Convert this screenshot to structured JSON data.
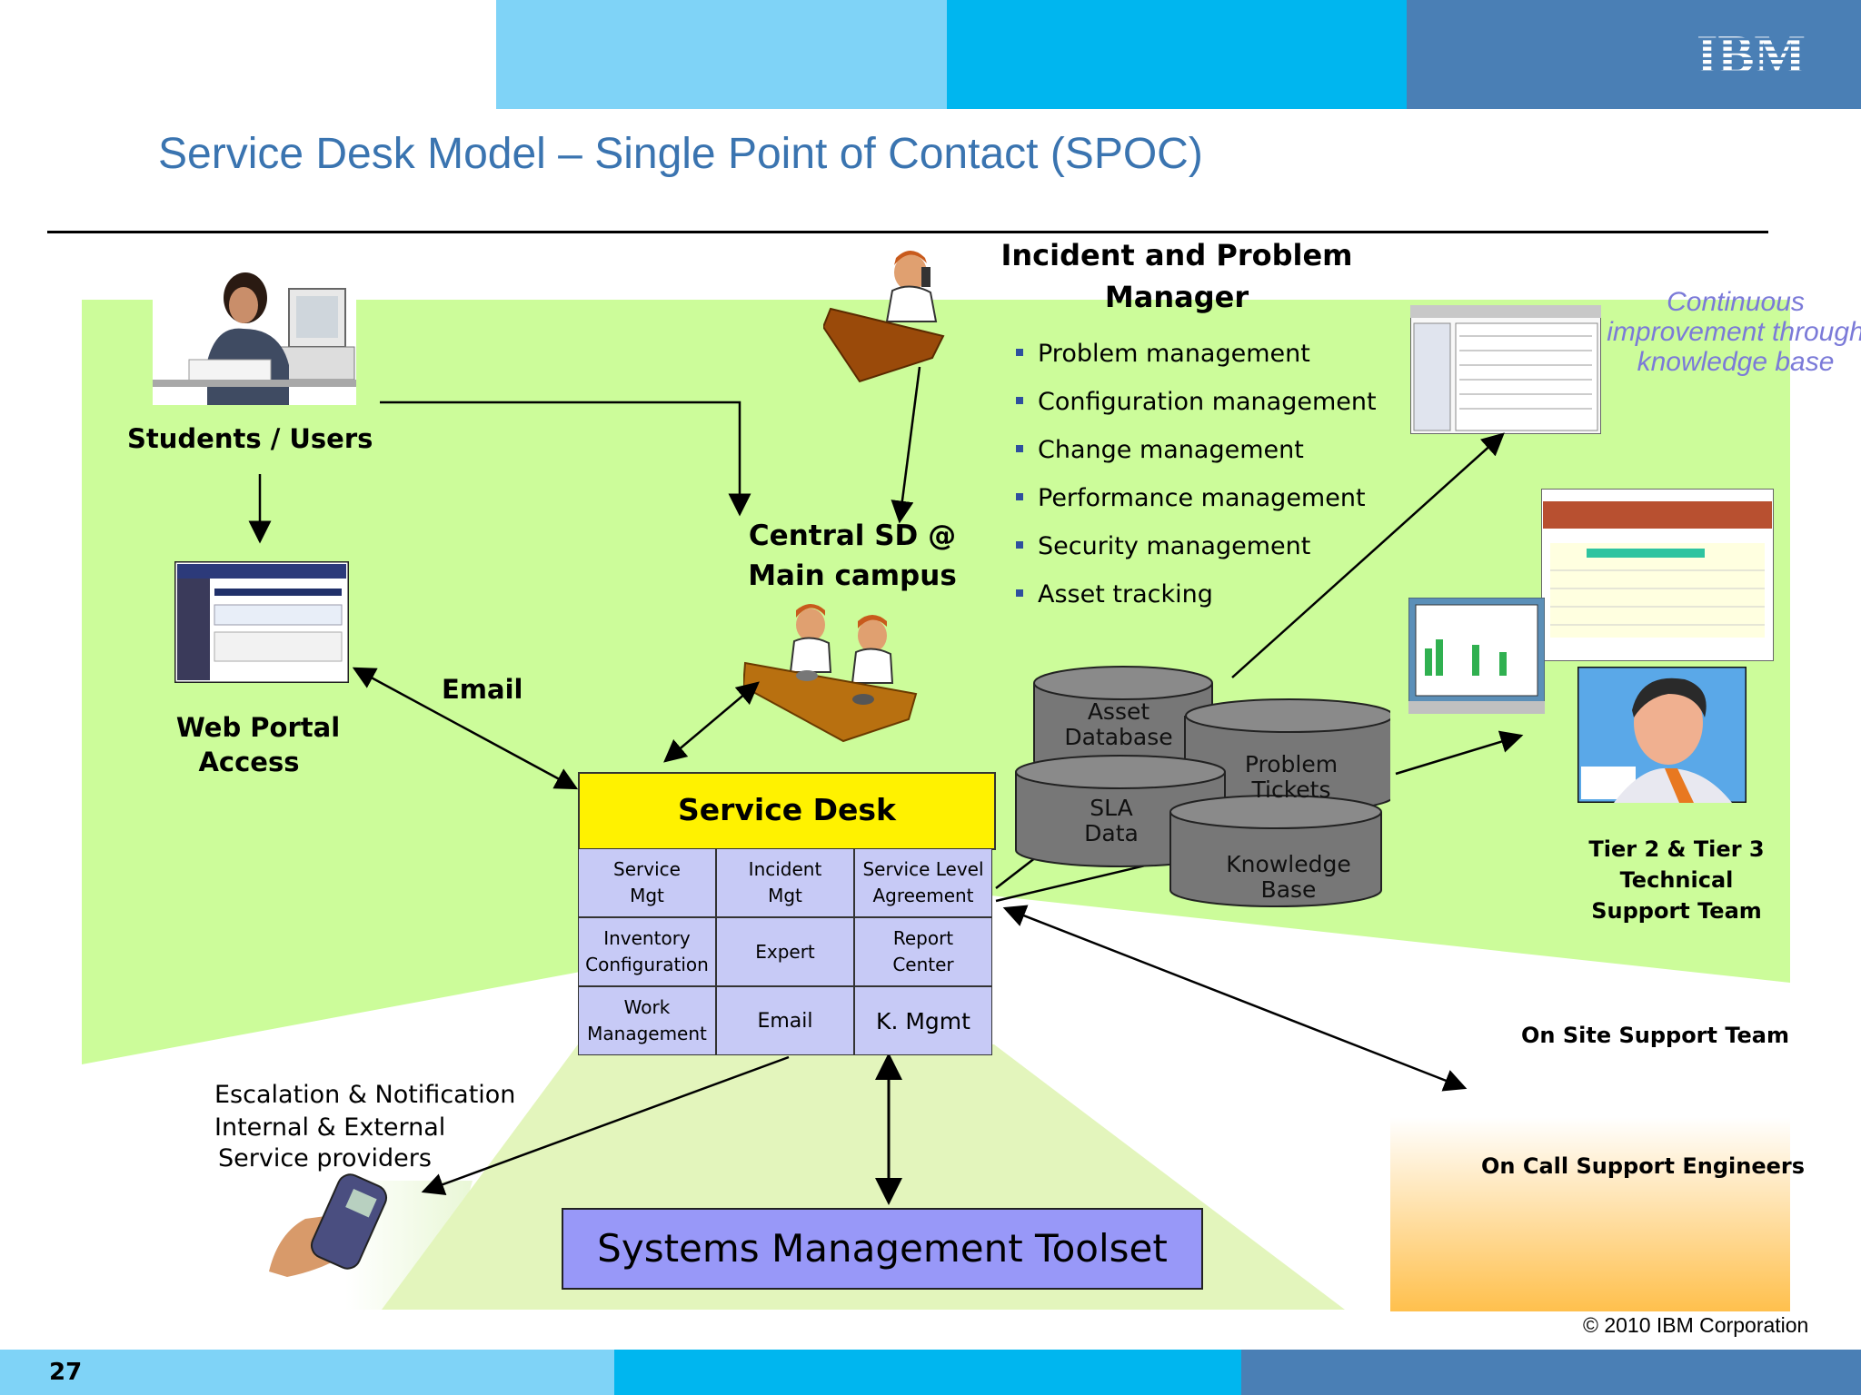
{
  "header": {
    "logo_text": "IBM",
    "colors": [
      "#7fd3f7",
      "#00b6ef",
      "#4a7fb5"
    ]
  },
  "title": "Service Desk Model – Single Point of Contact (SPOC)",
  "labels": {
    "students_users": "Students /  Users",
    "web_portal_line1": "Web Portal",
    "web_portal_line2": "Access",
    "email_arrow": "Email",
    "central_sd_line1": "Central SD @",
    "central_sd_line2": "Main campus",
    "escalation_line1": "Escalation & Notification",
    "escalation_line2": "Internal & External",
    "escalation_line3": "Service providers",
    "tier_line1": "Tier 2 & Tier 3",
    "tier_line2": "Technical",
    "tier_line3": "Support Team",
    "onsite": "On Site Support Team",
    "oncall": "On Call Support Engineers",
    "continuous": "Continuous improvement through knowledge base"
  },
  "incident_problem": {
    "title_line1": "Incident and Problem",
    "title_line2": "Manager",
    "items": [
      "Problem management",
      "Configuration management",
      "Change management",
      "Performance management",
      "Security management",
      "Asset tracking"
    ]
  },
  "databases": {
    "asset": "Asset\nDatabase",
    "problem": "Problem\nTickets",
    "sla": "SLA\nData",
    "knowledge": "Knowledge\nBase"
  },
  "service_desk": {
    "title": "Service Desk",
    "cells": [
      "Service\nMgt",
      "Incident\nMgt",
      "Service Level\nAgreement",
      "Inventory\nConfiguration",
      "Expert",
      "Report\nCenter",
      "Work\nManagement",
      "Email",
      "K. Mgmt"
    ]
  },
  "toolset": "Systems Management Toolset",
  "footer": {
    "copyright": "© 2010 IBM Corporation",
    "page": "27"
  },
  "colors": {
    "title": "#3a74b0",
    "green": "#ccfc9a",
    "service_desk_header": "#fff200",
    "cell": "#c7caf6",
    "toolset": "#9898f8",
    "db": "#777777"
  }
}
